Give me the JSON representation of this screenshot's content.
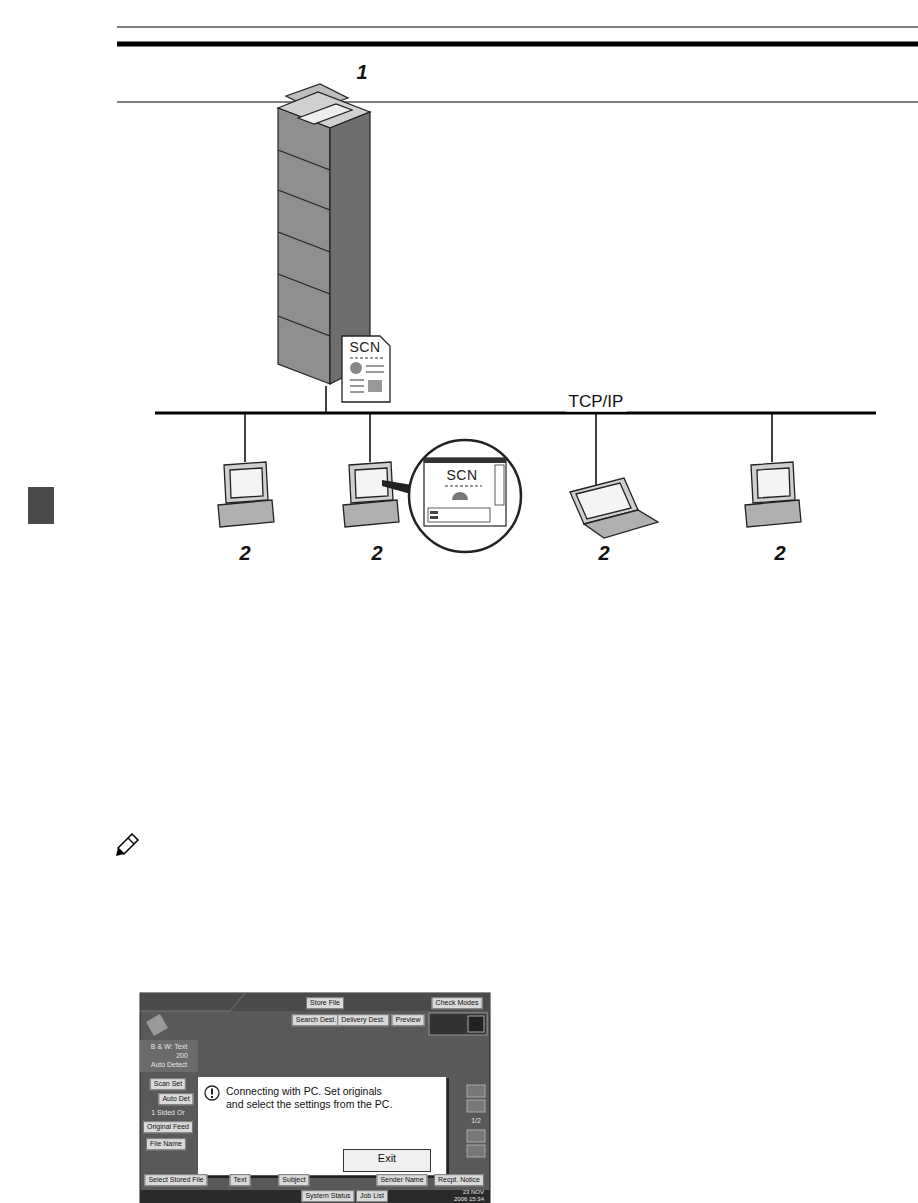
{
  "diagram": {
    "nodes": [
      {
        "text": [
          "Connecting with PC. Set originals and select the settings from the PC."
        ]
      },
      {
        "text": [
          "Exit"
        ],
        "in": 0
      }
    ],
    "labels": [
      "1",
      "SCN",
      "TCP/IP",
      "SCN",
      "2",
      "2",
      "2",
      "2",
      "Store File",
      "Check Modes",
      "Search Dest.",
      "Delivery Dest.",
      "Preview",
      "B & W: Text",
      "200",
      "Auto Detect",
      "Scan Set",
      "Auto Det",
      "1 Sided Or",
      "Original Feed",
      "File Name",
      "Select Stored File",
      "Text",
      "Subject",
      "Sender Name",
      "Recpt. Notice",
      "1/2",
      "System Status",
      "Job List",
      "23 NOV 2006 15:34"
    ]
  }
}
